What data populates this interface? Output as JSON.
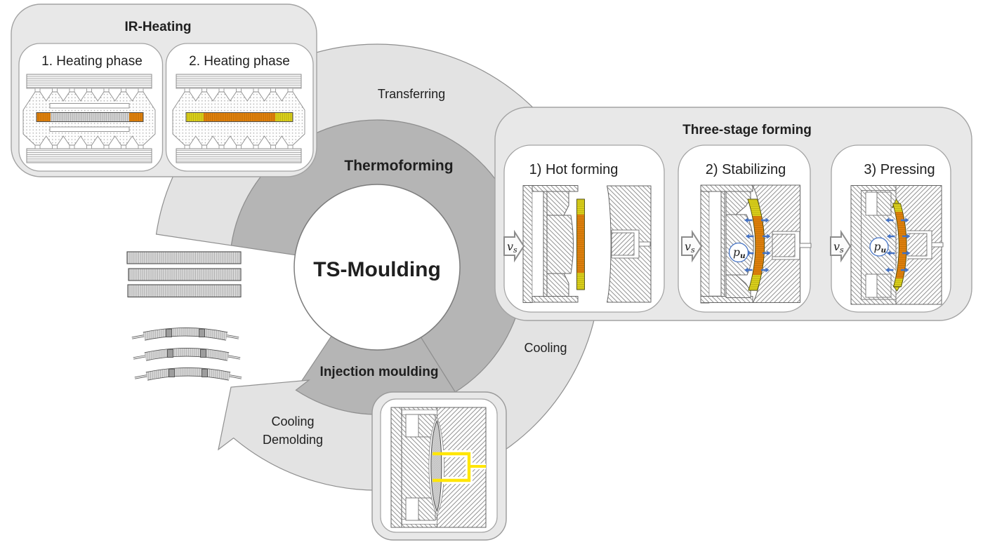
{
  "figure": {
    "name": "TS-Moulding process cycle diagram",
    "center_label": "TS-Moulding"
  },
  "ring": {
    "thermoforming_label": "Thermoforming",
    "injection_moulding_label": "Injection moulding",
    "transferring_label": "Transferring",
    "cooling_label": "Cooling",
    "cooling_demolding_line1": "Cooling",
    "cooling_demolding_line2": "Demolding"
  },
  "ir_heating": {
    "title": "IR-Heating",
    "phase1_label": "1. Heating phase",
    "phase2_label": "2. Heating phase"
  },
  "three_stage_forming": {
    "title": "Three-stage forming",
    "stage1_label": "1) Hot forming",
    "stage2_label": "2) Stabilizing",
    "stage3_label": "3) Pressing",
    "speed_symbol": "v",
    "speed_subscript": "s",
    "pressure_symbol": "p",
    "pressure_subscript": "u"
  },
  "colors": {
    "box_fill": "#e8e8e8",
    "box_stroke": "#a3a3a3",
    "ring_light": "#e3e3e3",
    "ring_dark": "#b5b5b5",
    "ring_stroke": "#8f8f8f",
    "sheet_orange": "#e2820e",
    "sheet_yellow": "#ddd31d",
    "runner_yellow": "#ffe606",
    "arrow_blue": "#4472c4",
    "text": "#1f1f1f"
  }
}
